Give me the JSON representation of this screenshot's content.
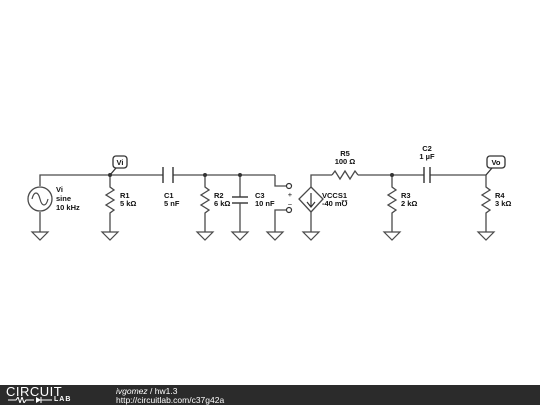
{
  "components": {
    "vi": {
      "name": "Vi",
      "type": "sine",
      "freq": "10 kHz"
    },
    "r1": {
      "name": "R1",
      "value": "5 kΩ"
    },
    "c1": {
      "name": "C1",
      "value": "5 nF"
    },
    "r2": {
      "name": "R2",
      "value": "6 kΩ"
    },
    "c3": {
      "name": "C3",
      "value": "10 nF"
    },
    "vccs1": {
      "name": "VCCS1",
      "value": "-40 m℧"
    },
    "r5": {
      "name": "R5",
      "value": "100 Ω"
    },
    "c2": {
      "name": "C2",
      "value": "1 µF"
    },
    "r3": {
      "name": "R3",
      "value": "2 kΩ"
    },
    "r4": {
      "name": "R4",
      "value": "3 kΩ"
    }
  },
  "probes": {
    "vi": "Vi",
    "vo": "Vo"
  },
  "polarity": {
    "plus": "+",
    "minus": "−"
  },
  "footer": {
    "logo_top": "CIRCUIT",
    "logo_bottom": "LAB",
    "author": "ivgomez",
    "separator": " / ",
    "title": "hw1.3",
    "url": "http://circuitlab.com/c37g42a"
  }
}
